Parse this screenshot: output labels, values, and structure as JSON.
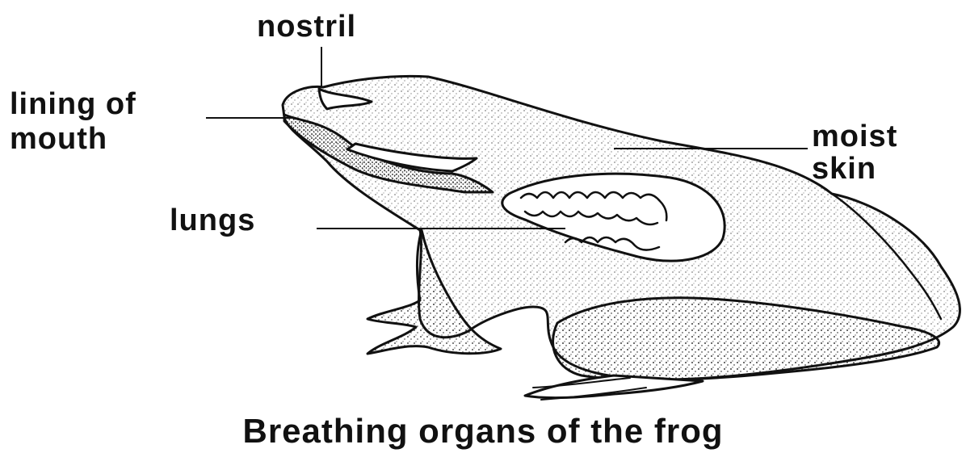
{
  "labels": {
    "nostril": "nostril",
    "lining_line1": "lining of",
    "lining_line2": "mouth",
    "moist_line1": "moist",
    "moist_line2": "skin",
    "lungs": "lungs"
  },
  "caption": "Breathing organs of the frog",
  "colors": {
    "ink": "#111111",
    "background": "#ffffff"
  }
}
